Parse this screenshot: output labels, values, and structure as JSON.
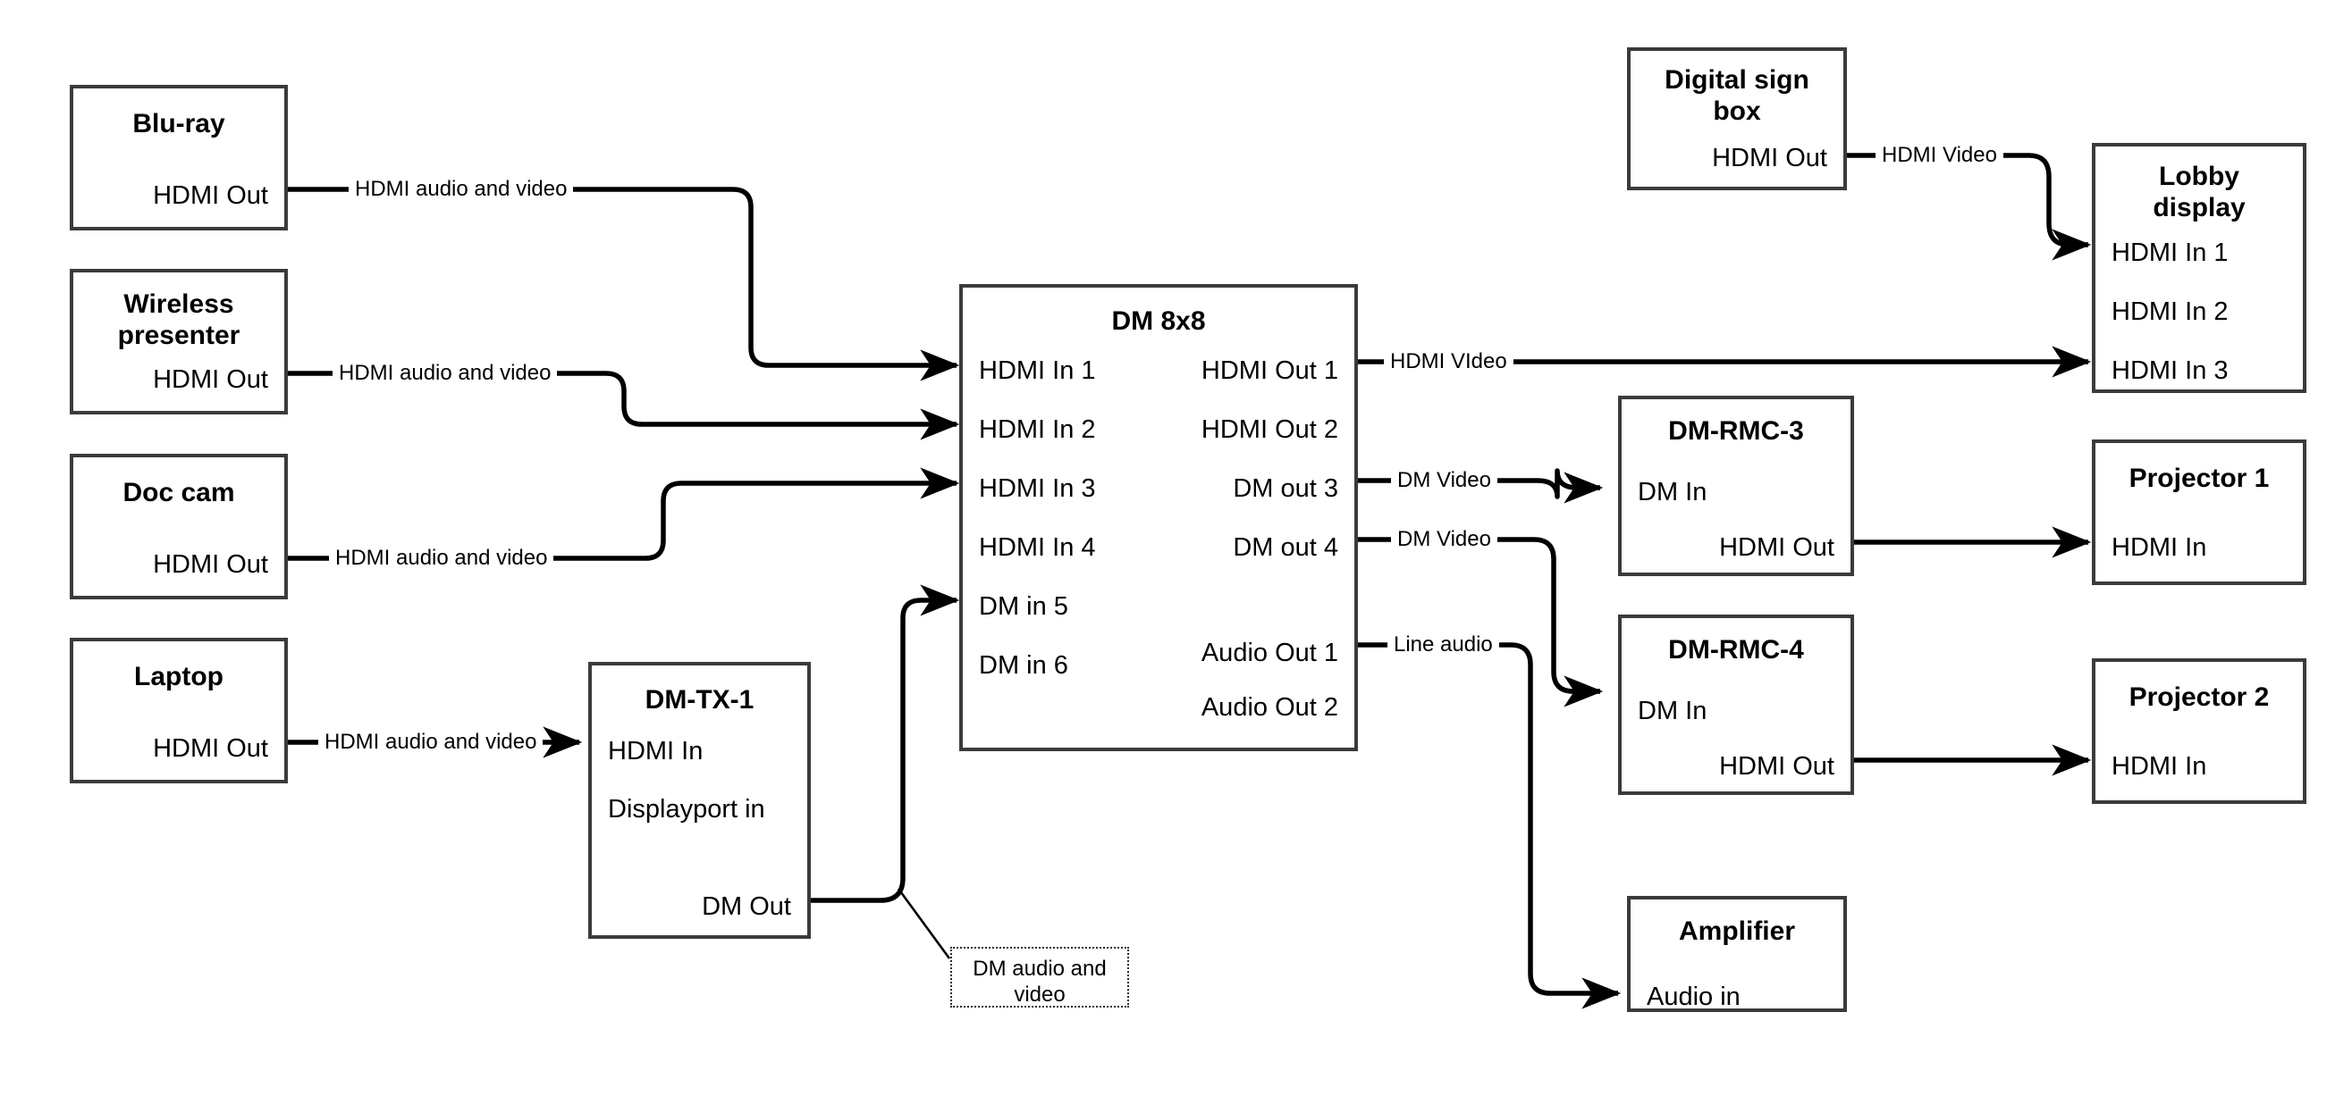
{
  "diagram": {
    "title": "AV signal flow — DM 8x8 matrix routing",
    "stroke_color": "#3b3b3b",
    "wire_color": "#000000",
    "background": "#ffffff"
  },
  "nodes": {
    "bluray": {
      "title": "Blu-ray",
      "ports": {
        "hdmi_out": "HDMI Out"
      }
    },
    "wireless_presenter": {
      "title": "Wireless presenter",
      "ports": {
        "hdmi_out": "HDMI Out"
      }
    },
    "doc_cam": {
      "title": "Doc cam",
      "ports": {
        "hdmi_out": "HDMI Out"
      }
    },
    "laptop": {
      "title": "Laptop",
      "ports": {
        "hdmi_out": "HDMI Out"
      }
    },
    "dm_tx_1": {
      "title": "DM-TX-1",
      "ports": {
        "hdmi_in": "HDMI In",
        "displayport_in": "Displayport in",
        "dm_out": "DM Out"
      }
    },
    "dm_8x8": {
      "title": "DM 8x8",
      "inputs": [
        "HDMI In 1",
        "HDMI In 2",
        "HDMI In 3",
        "HDMI In 4",
        "DM in 5",
        "DM in 6"
      ],
      "outputs": [
        "HDMI Out 1",
        "HDMI Out 2",
        "DM out 3",
        "DM out 4",
        "Audio Out 1",
        "Audio Out 2"
      ]
    },
    "digital_sign_box": {
      "title": "Digital sign box",
      "ports": {
        "hdmi_out": "HDMI Out"
      }
    },
    "lobby_display": {
      "title": "Lobby display",
      "inputs": [
        "HDMI In 1",
        "HDMI In 2",
        "HDMI In 3"
      ]
    },
    "dm_rmc_3": {
      "title": "DM-RMC-3",
      "ports": {
        "dm_in": "DM In",
        "hdmi_out": "HDMI Out"
      }
    },
    "dm_rmc_4": {
      "title": "DM-RMC-4",
      "ports": {
        "dm_in": "DM In",
        "hdmi_out": "HDMI Out"
      }
    },
    "projector_1": {
      "title": "Projector 1",
      "ports": {
        "hdmi_in": "HDMI In"
      }
    },
    "projector_2": {
      "title": "Projector 2",
      "ports": {
        "hdmi_in": "HDMI In"
      }
    },
    "amplifier": {
      "title": "Amplifier",
      "ports": {
        "audio_in": "Audio in"
      }
    }
  },
  "wire_labels": {
    "bluray_to_dm": "HDMI audio and video",
    "wireless_to_dm": "HDMI audio and video",
    "doccam_to_dm": "HDMI audio and video",
    "laptop_to_tx": "HDMI audio and video",
    "sign_to_lobby": "HDMI Video",
    "dm_out1_to_lobby": "HDMI VIdeo",
    "dm_out3_to_rmc3": "DM Video",
    "dm_out4_to_rmc4": "DM Video",
    "audio_out1_to_amp": "Line audio"
  },
  "callouts": {
    "dm_audio_video": "DM audio and video"
  }
}
